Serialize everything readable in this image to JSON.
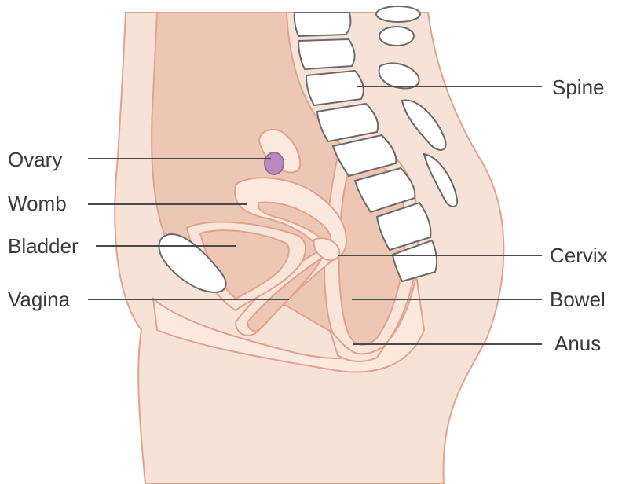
{
  "labels": {
    "spine": "Spine",
    "ovary": "Ovary",
    "womb": "Womb",
    "bladder": "Bladder",
    "cervix": "Cervix",
    "vagina": "Vagina",
    "bowel": "Bowel",
    "anus": "Anus"
  },
  "colors": {
    "skin": "#f7e2d8",
    "organ_outline": "#e2a38c",
    "ovary": "#b88ac0",
    "bone": "#ffffff",
    "leader_line": "#4a4a4a"
  }
}
